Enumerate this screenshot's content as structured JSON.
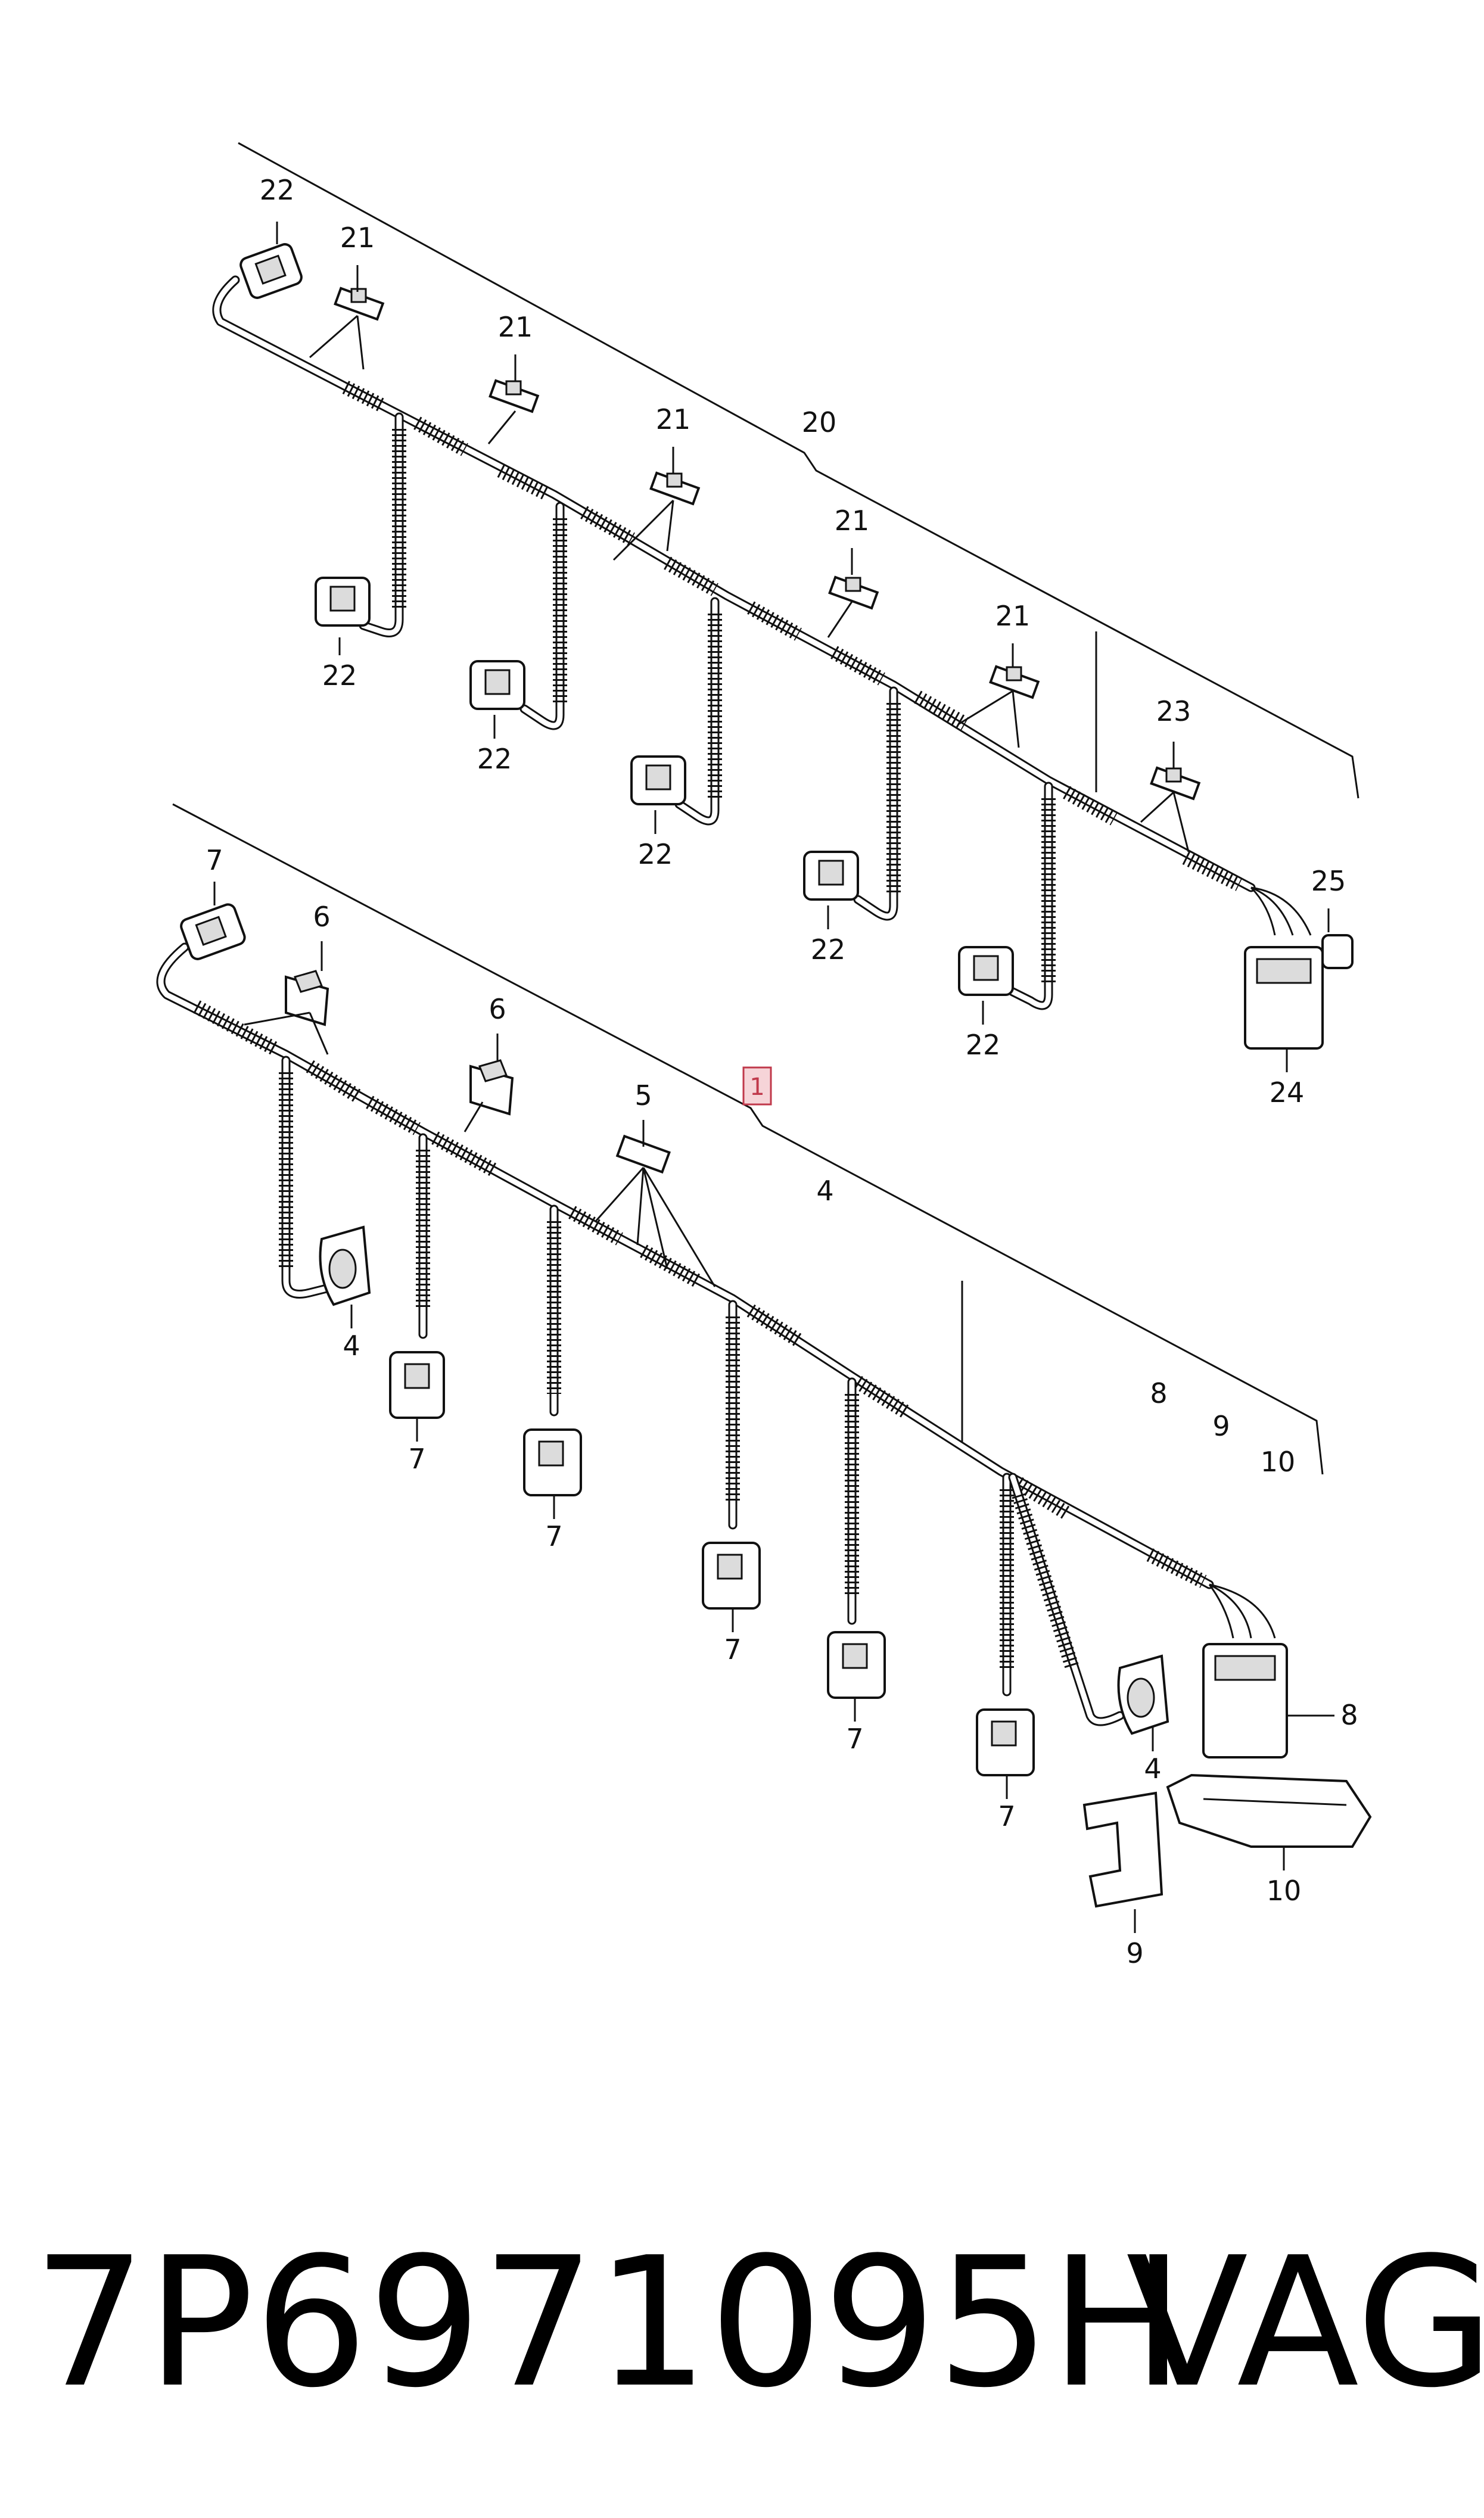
{
  "labels": {
    "l22": "22",
    "l21": "21",
    "l20": "20",
    "l23": "23",
    "l25": "25",
    "l24": "24",
    "l1": "1",
    "l4": "4",
    "l5": "5",
    "l6": "6",
    "l7": "7",
    "l8": "8",
    "l9": "9",
    "l10": "10"
  },
  "footer": {
    "part_number": "7P6971095H",
    "brand": "VAG"
  },
  "colors": {
    "line": "#111111",
    "callout_fill": "#f6d4d8",
    "callout_stroke": "#c0394b",
    "background": "#ffffff"
  }
}
